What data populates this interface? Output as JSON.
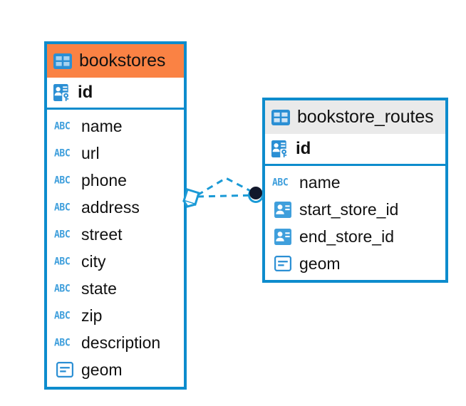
{
  "diagram": {
    "type": "entity-relationship-diagram",
    "colors": {
      "border_blue": "#0d8ccd",
      "header_orange": "#fa8244",
      "header_gray": "#eaeaea",
      "icon_blue": "#3f9fdc",
      "fk_icon_blue": "#3f9fdc",
      "connector_blue": "#1b9ad6",
      "endpoint_dark": "#12172b",
      "background": "#ffffff",
      "text": "#111111"
    },
    "entities": [
      {
        "name": "bookstores",
        "header_style": "orange",
        "selected": true,
        "primary_key": {
          "label": "id",
          "icon": "primary-key-icon"
        },
        "fields": [
          {
            "label": "name",
            "icon": "abc-icon",
            "icon_text": "ABC"
          },
          {
            "label": "url",
            "icon": "abc-icon",
            "icon_text": "ABC"
          },
          {
            "label": "phone",
            "icon": "abc-icon",
            "icon_text": "ABC"
          },
          {
            "label": "address",
            "icon": "abc-icon",
            "icon_text": "ABC"
          },
          {
            "label": "street",
            "icon": "abc-icon",
            "icon_text": "ABC"
          },
          {
            "label": "city",
            "icon": "abc-icon",
            "icon_text": "ABC"
          },
          {
            "label": "state",
            "icon": "abc-icon",
            "icon_text": "ABC"
          },
          {
            "label": "zip",
            "icon": "abc-icon",
            "icon_text": "ABC"
          },
          {
            "label": "description",
            "icon": "abc-icon",
            "icon_text": "ABC"
          },
          {
            "label": "geom",
            "icon": "geometry-icon",
            "icon_text": ""
          }
        ]
      },
      {
        "name": "bookstore_routes",
        "header_style": "gray",
        "selected": false,
        "primary_key": {
          "label": "id",
          "icon": "primary-key-icon"
        },
        "fields": [
          {
            "label": "name",
            "icon": "abc-icon",
            "icon_text": "ABC"
          },
          {
            "label": "start_store_id",
            "icon": "foreign-key-icon",
            "icon_text": ""
          },
          {
            "label": "end_store_id",
            "icon": "foreign-key-icon",
            "icon_text": ""
          },
          {
            "label": "geom",
            "icon": "geometry-icon",
            "icon_text": ""
          }
        ]
      }
    ],
    "relationship": {
      "from": "bookstores",
      "to": "bookstore_routes",
      "line_style": "dashed",
      "source_marker": "diamond-marker",
      "target_marker": "crows-foot-endpoint"
    }
  }
}
